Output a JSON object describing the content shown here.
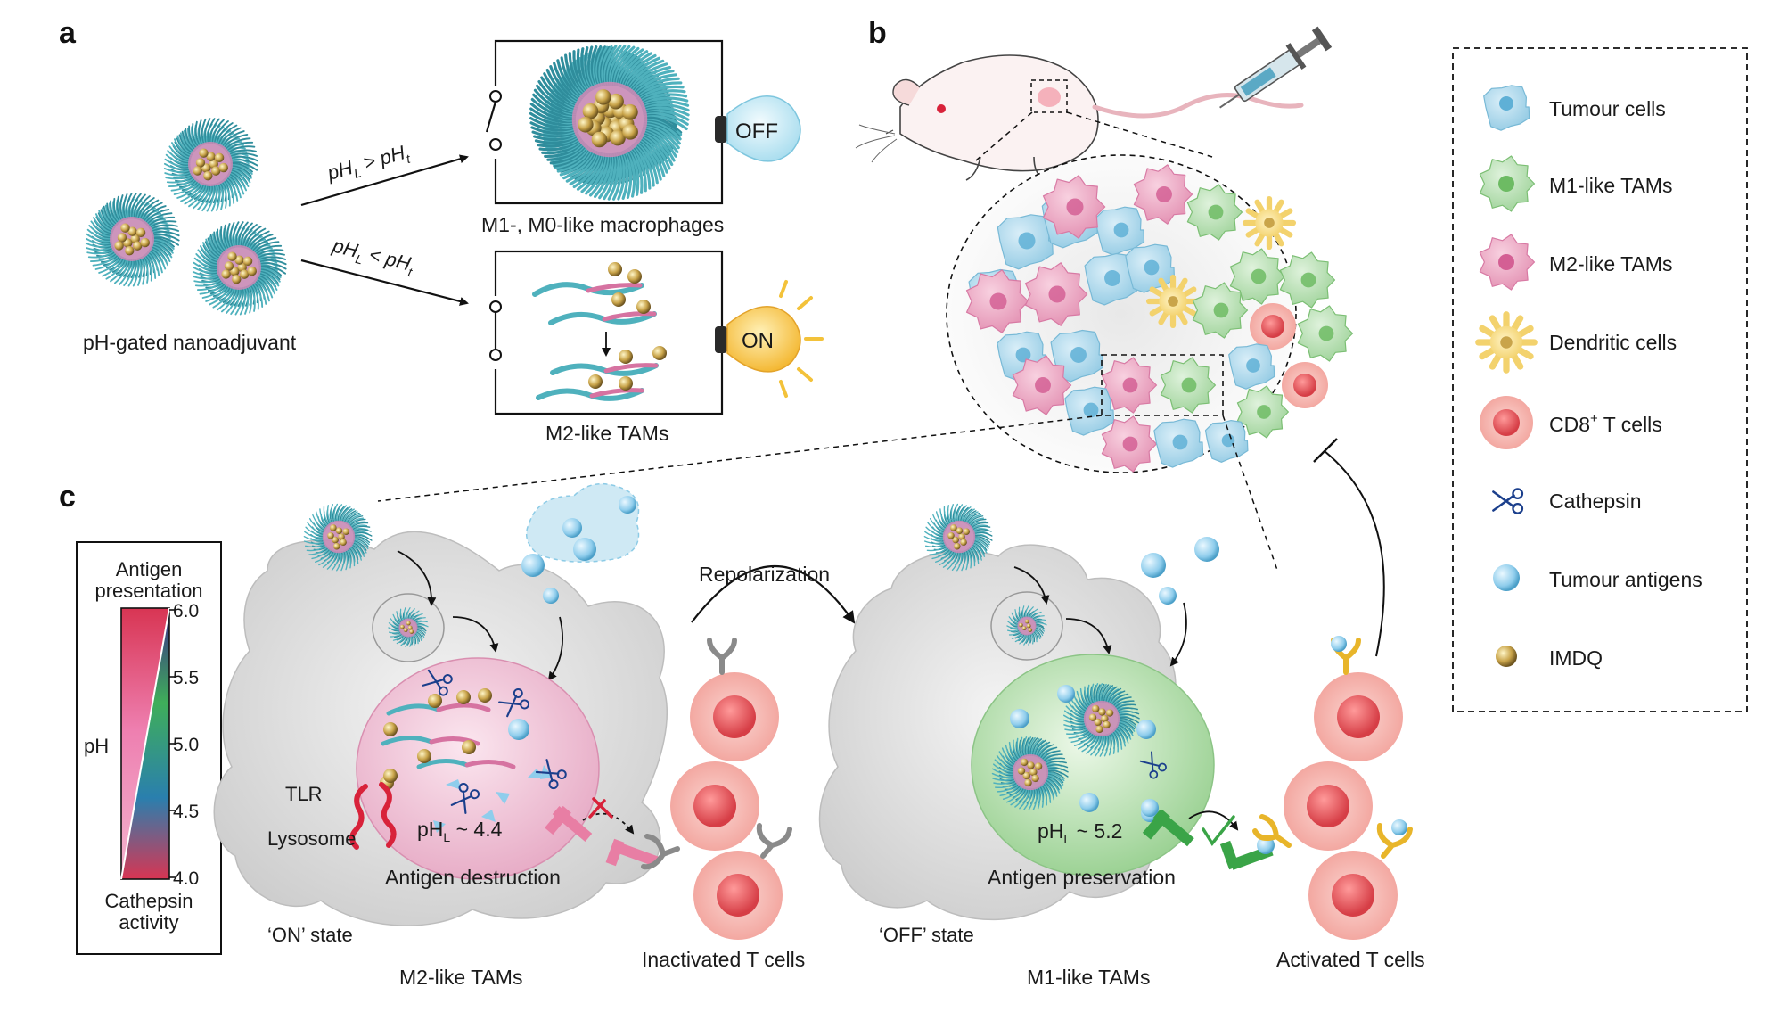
{
  "panels": {
    "a": "a",
    "b": "b",
    "c": "c"
  },
  "panel_a": {
    "nanoparticle_label": "pH-gated nanoadjuvant",
    "arrow_upper": {
      "pre": "pH",
      "sub1": "L",
      "op": " > pH",
      "sub2": "t"
    },
    "arrow_lower": {
      "pre": "pH",
      "sub1": "L",
      "op": " < pH",
      "sub2": "t"
    },
    "box_upper_caption": "M1-, M0-like macrophages",
    "box_lower_caption": "M2-like TAMs",
    "bulb_off": "OFF",
    "bulb_on": "ON"
  },
  "legend": {
    "items": [
      {
        "label": "Tumour cells",
        "icon": "tumour-cell-icon"
      },
      {
        "label": "M1-like TAMs",
        "icon": "m1-tam-icon"
      },
      {
        "label": "M2-like TAMs",
        "icon": "m2-tam-icon"
      },
      {
        "label": "Dendritic cells",
        "icon": "dendritic-cell-icon"
      },
      {
        "label": "CD8",
        "sup": "+",
        "suffix": " T cells",
        "icon": "cd8-t-cell-icon"
      },
      {
        "label": "Cathepsin",
        "icon": "scissors-icon"
      },
      {
        "label": "Tumour antigens",
        "icon": "antigen-icon"
      },
      {
        "label": "IMDQ",
        "icon": "imdq-icon"
      }
    ]
  },
  "scale": {
    "top_line1": "Antigen",
    "top_line2": "presentation",
    "axis": "pH",
    "bottom_line1": "Cathepsin",
    "bottom_line2": "activity",
    "ticks": [
      "6.0",
      "5.5",
      "5.0",
      "4.5",
      "4.0"
    ]
  },
  "panel_c": {
    "repolarization": "Repolarization",
    "left": {
      "tlr": "TLR",
      "lysosome": "Lysosome",
      "ph": {
        "pre": "pH",
        "sub": "L",
        "post": " ~ 4.4"
      },
      "destruction": "Antigen destruction",
      "state": "‘ON’ state",
      "cell": "M2-like TAMs",
      "tcells": "Inactivated T cells"
    },
    "right": {
      "ph": {
        "pre": "pH",
        "sub": "L",
        "post": " ~ 5.2"
      },
      "preservation": "Antigen preservation",
      "state": "‘OFF’ state",
      "cell": "M1-like TAMs",
      "tcells": "Activated T cells"
    }
  },
  "colors": {
    "tumour": "#a9d6ea",
    "m1": "#a9d8a3",
    "m2": "#e79ab8",
    "dendritic": "#f6dc7e",
    "tcell": "#f5a6a0",
    "antigen": "#8fcdec",
    "imdq": "#c9a44a",
    "polymer": "#4fb1bd"
  }
}
